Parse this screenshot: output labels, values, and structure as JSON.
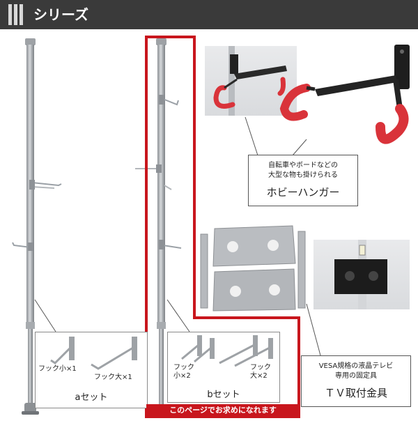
{
  "header": {
    "title": "シリーズ"
  },
  "hobby_hanger": {
    "caption_line1": "自転車やボードなどの",
    "caption_line2": "大型な物も掛けられる",
    "name": "ホビーハンガー"
  },
  "tv_mount": {
    "caption_line1": "VESA規格の液晶テレビ",
    "caption_line2": "専用の固定具",
    "name": "ＴＶ取付金具"
  },
  "set_a": {
    "hook_small": "フック小×1",
    "hook_large": "フック大×1",
    "label": "aセット"
  },
  "set_b": {
    "hook_small_1": "フック",
    "hook_small_2": "小×2",
    "hook_large_1": "フック",
    "hook_large_2": "大×2",
    "label": "bセット"
  },
  "banner": "このページでお求めになれます",
  "colors": {
    "header": "#3a3a3a",
    "accent_red": "#c8161d",
    "hanger_red": "#d9333a"
  }
}
